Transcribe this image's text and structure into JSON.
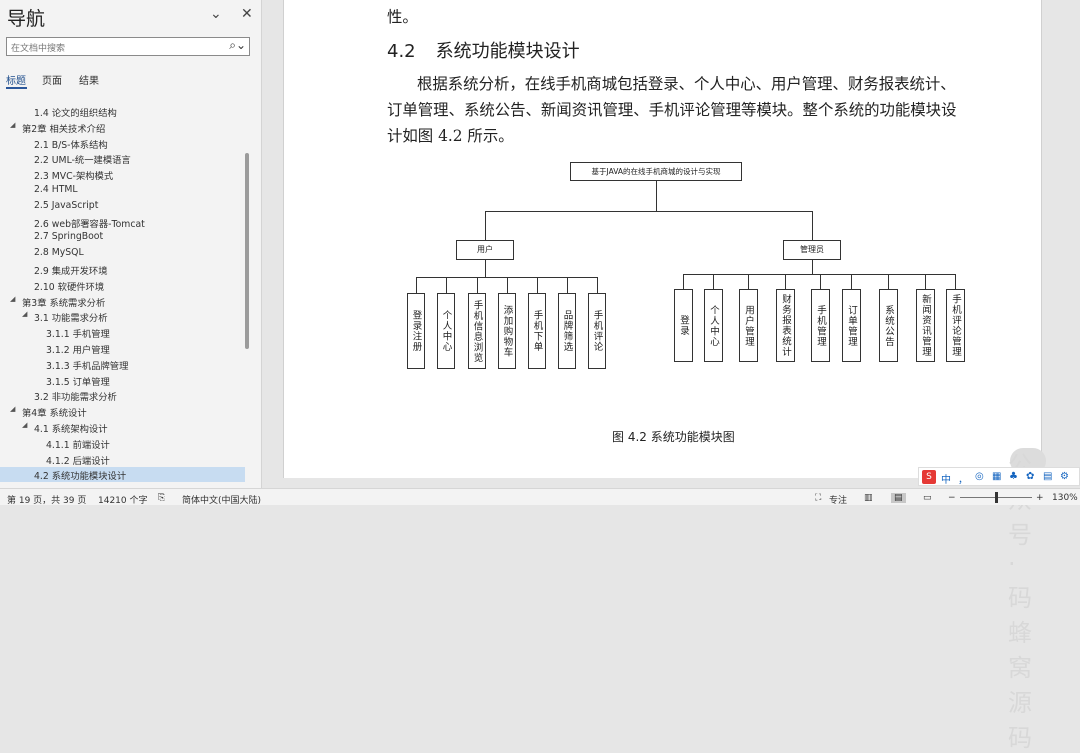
{
  "nav": {
    "title": "导航",
    "search_placeholder": "在文档中搜索",
    "tabs": [
      "标题",
      "页面",
      "结果"
    ],
    "tree": [
      {
        "label": "1.4  论文的组织结构",
        "indent": 2,
        "twisty": ""
      },
      {
        "label": "第2章  相关技术介绍",
        "indent": 1,
        "twisty": "◢"
      },
      {
        "label": "2.1  B/S-体系结构",
        "indent": 2,
        "twisty": ""
      },
      {
        "label": "2.2  UML-统一建模语言",
        "indent": 2,
        "twisty": ""
      },
      {
        "label": "2.3  MVC-架构模式",
        "indent": 2,
        "twisty": ""
      },
      {
        "label": "2.4  HTML",
        "indent": 2,
        "twisty": ""
      },
      {
        "label": "2.5  JavaScript",
        "indent": 2,
        "twisty": ""
      },
      {
        "label": "2.6  web部署容器-Tomcat",
        "indent": 2,
        "twisty": ""
      },
      {
        "label": "2.7 SpringBoot",
        "indent": 2,
        "twisty": ""
      },
      {
        "label": "2.8    MySQL",
        "indent": 2,
        "twisty": ""
      },
      {
        "label": "2.9    集成开发环境",
        "indent": 2,
        "twisty": ""
      },
      {
        "label": "2.10    软硬件环境",
        "indent": 2,
        "twisty": ""
      },
      {
        "label": "第3章  系统需求分析",
        "indent": 1,
        "twisty": "◢"
      },
      {
        "label": "3.1  功能需求分析",
        "indent": 2,
        "twisty": "◢"
      },
      {
        "label": "3.1.1  手机管理",
        "indent": 3,
        "twisty": ""
      },
      {
        "label": "3.1.2  用户管理",
        "indent": 3,
        "twisty": ""
      },
      {
        "label": "3.1.3  手机品牌管理",
        "indent": 3,
        "twisty": ""
      },
      {
        "label": "3.1.5  订单管理",
        "indent": 3,
        "twisty": ""
      },
      {
        "label": "3.2  非功能需求分析",
        "indent": 2,
        "twisty": ""
      },
      {
        "label": "第4章  系统设计",
        "indent": 1,
        "twisty": "◢"
      },
      {
        "label": "4.1  系统架构设计",
        "indent": 2,
        "twisty": "◢"
      },
      {
        "label": "4.1.1  前端设计",
        "indent": 3,
        "twisty": ""
      },
      {
        "label": "4.1.2  后端设计",
        "indent": 3,
        "twisty": ""
      },
      {
        "label": "4.2  系统功能模块设计",
        "indent": 2,
        "twisty": "",
        "selected": true
      }
    ]
  },
  "doc": {
    "top_line": "性。",
    "heading_num": "4.2",
    "heading_text": "系统功能模块设计",
    "para_lines": [
      "根据系统分析，在线手机商城包括登录、个人中心、用户管理、财务报表统计、",
      "订单管理、系统公告、新闻资讯管理、手机评论管理等模块。整个系统的功能模块设",
      "计如图 4.2 所示。"
    ],
    "diagram": {
      "root": "基于JAVA的在线手机商城的设计与实现",
      "user": "用户",
      "admin": "管理员",
      "user_children": [
        "登录注册",
        "个人中心",
        "手机信息浏览",
        "添加购物车",
        "手机下单",
        "品牌筛选",
        "手机评论"
      ],
      "admin_children": [
        "登录",
        "个人中心",
        "用户管理",
        "财务报表统计",
        "手机管理",
        "订单管理",
        "系统公告",
        "新闻资讯管理",
        "手机评论管理"
      ]
    },
    "caption": "图 4.2  系统功能模块图",
    "watermark": "公众号 · 码蜂窝源码"
  },
  "status": {
    "page": "第 19 页，共 39 页",
    "words": "14210 个字",
    "language": "简体中文(中国大陆)",
    "focus": "专注",
    "zoom": "130%"
  },
  "ime": [
    "中",
    "，",
    "◎",
    "▦",
    "♣",
    "✿",
    "▤",
    "⚙"
  ]
}
